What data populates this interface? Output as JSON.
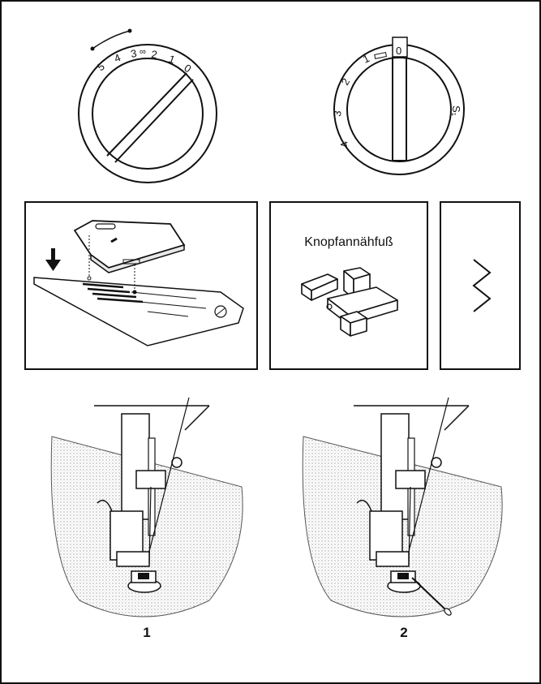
{
  "dial_left": {
    "numbers": [
      "5",
      "4",
      "3",
      "2",
      "1",
      "0"
    ],
    "buttonhole_symbol": "∞"
  },
  "dial_right": {
    "numbers": [
      "0",
      "1",
      "2",
      "3",
      "4"
    ],
    "s_label": "S₁"
  },
  "foot_panel": {
    "title": "Knopfannähfuß"
  },
  "figures": {
    "fig1_label": "1",
    "fig2_label": "2"
  },
  "icons": [
    "down-arrow-icon",
    "zigzag-stitch-icon"
  ]
}
